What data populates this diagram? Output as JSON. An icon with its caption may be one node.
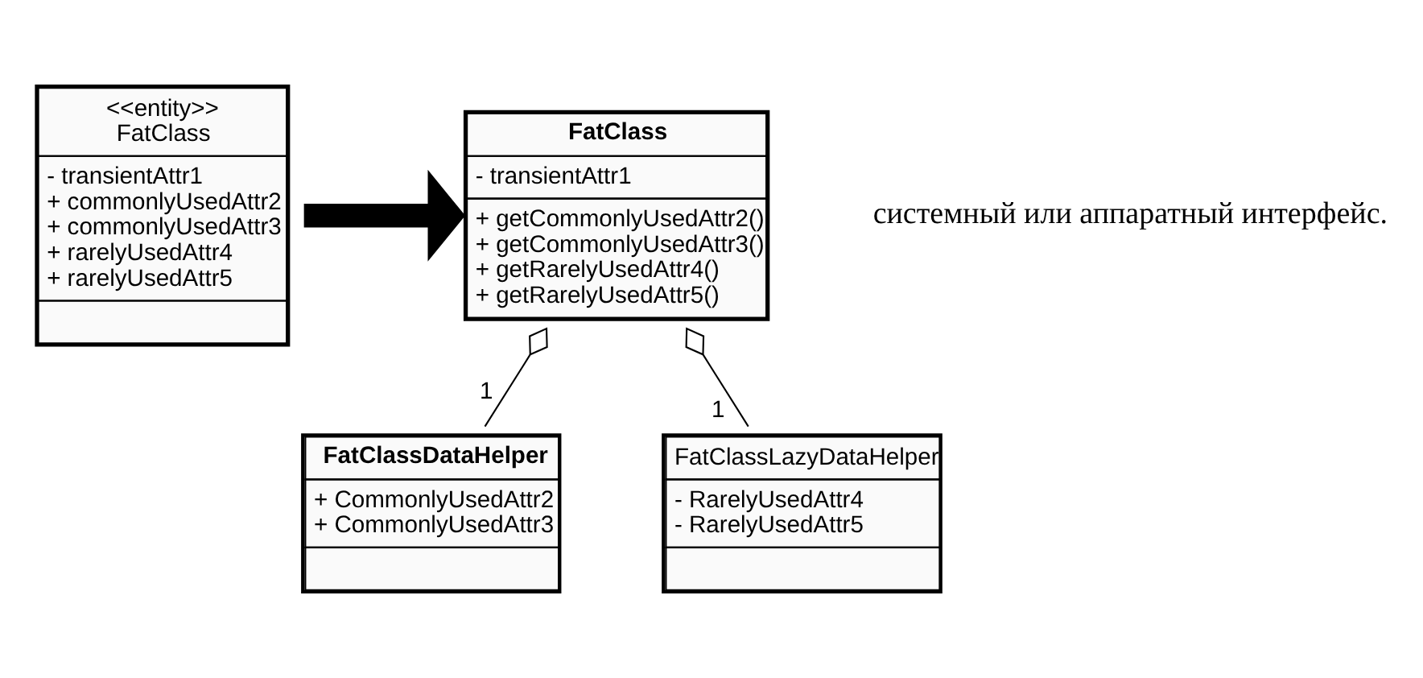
{
  "diagram": {
    "nodes": [
      {
        "text": [
          "<<entity>>",
          "FatClass",
          "- transientAttr1",
          "+ commonlyUsedAttr2",
          "+ commonlyUsedAttr3",
          "+ rarelyUsedAttr4",
          "+ rarelyUsedAttr5"
        ]
      },
      {
        "text": [
          "FatClass",
          "- transientAttr1",
          "+ getCommonlyUsedAttr2()",
          "+ getCommonlyUsedAttr3()",
          "+ getRarelyUsedAttr4()",
          "+ getRarelyUsedAttr5()"
        ]
      },
      {
        "text": [
          "FatClassDataHelper",
          "+ CommonlyUsedAttr2",
          "+ CommonlyUsedAttr3"
        ]
      },
      {
        "text": [
          "FatClassLazyDataHelper",
          "- RarelyUsedAttr4",
          "- RarelyUsedAttr5"
        ]
      }
    ],
    "edges": [
      {
        "from": 0,
        "to": 1,
        "arrow": "to",
        "style": "thick"
      },
      {
        "from": 1,
        "to": 2,
        "arrow": "other",
        "label": "1"
      },
      {
        "from": 1,
        "to": 3,
        "arrow": "other",
        "label": "1"
      }
    ],
    "labels": [
      "системный или аппаратный интерфейс."
    ]
  }
}
